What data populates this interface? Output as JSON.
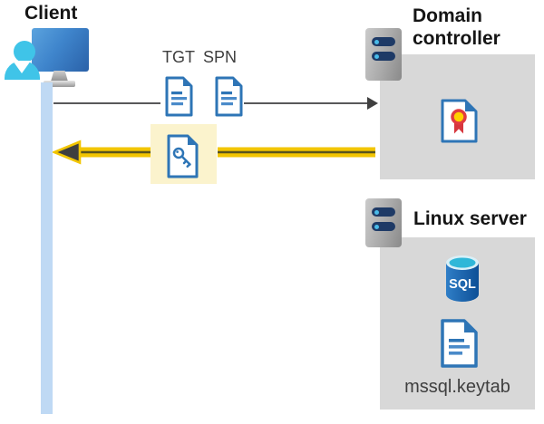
{
  "diagram": {
    "client": {
      "label": "Client"
    },
    "domain_controller": {
      "label": "Domain controller"
    },
    "linux_server": {
      "label": "Linux server",
      "database_label": "SQL",
      "keytab_label": "mssql.keytab"
    },
    "tickets": {
      "tgt": "TGT",
      "spn": "SPN"
    },
    "flows": [
      {
        "name": "ticket-request",
        "from": "client",
        "to": "domain-controller",
        "style": "thin-gray-arrow",
        "items": [
          "TGT",
          "SPN"
        ]
      },
      {
        "name": "ticket-response",
        "from": "domain-controller",
        "to": "client",
        "style": "thick-yellow-arrow",
        "items": [
          "key-document"
        ]
      }
    ],
    "icons": {
      "client": [
        "monitor-icon",
        "person-icon"
      ],
      "domain_controller": [
        "server-icon",
        "certificate-icon"
      ],
      "linux_server": [
        "server-icon",
        "sql-database-icon",
        "document-icon"
      ],
      "tickets": [
        "document-icon",
        "document-icon",
        "key-document-icon"
      ]
    },
    "colors": {
      "doc_blue": "#2e75b6",
      "doc_line_light": "#4a8ac9",
      "panel_gray": "#d8d8d8",
      "highlight_cream": "#fbf3cd",
      "arrow_yellow": "#f2c500",
      "arrow_stripe_dark": "#57531d",
      "arrowhead_dark": "#3f3f3f",
      "request_gray": "#58585a",
      "person_cyan": "#3fc4e8",
      "client_bar_blue": "#bfd9f4",
      "server_slot_navy": "#1e3a66",
      "server_dot_cyan": "#49bbe9",
      "sql_blue": "#0d4f96",
      "sql_top_cyan": "#2fb7d8",
      "cert_red": "#d6363d",
      "cert_yellow": "#ffd100"
    }
  }
}
